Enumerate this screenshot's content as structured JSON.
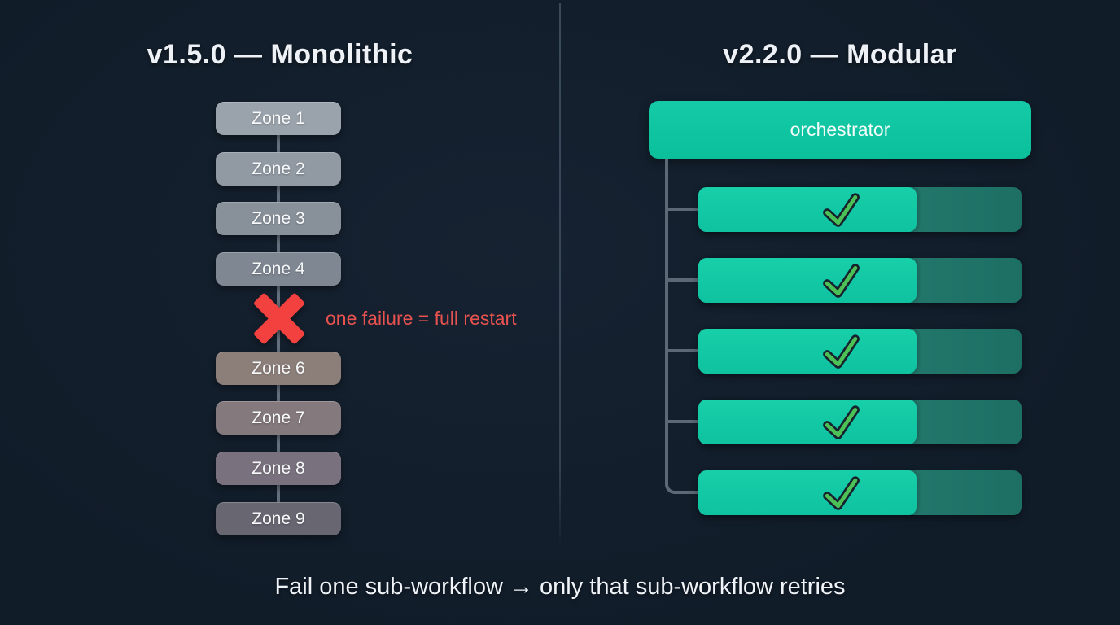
{
  "left_panel": {
    "title": "v1.5.0 — Monolithic",
    "zones": [
      {
        "label": "Zone 1",
        "color": "#9aa2ab"
      },
      {
        "label": "Zone 2",
        "color": "#9199a3"
      },
      {
        "label": "Zone 3",
        "color": "#88909a"
      },
      {
        "label": "Zone 4",
        "color": "#7e8792"
      },
      {
        "label": "Zone 6",
        "color": "#8c7e79"
      },
      {
        "label": "Zone 7",
        "color": "#84797d"
      },
      {
        "label": "Zone 8",
        "color": "#79717d"
      },
      {
        "label": "Zone 9",
        "color": "#686671"
      }
    ],
    "failure_icon": "x-mark-icon",
    "failure_label": "one failure = full restart",
    "failure_color": "#ea524f",
    "x_mark_color": "#f2413e"
  },
  "right_panel": {
    "title": "v2.2.0 — Modular",
    "orchestrator": {
      "label": "orchestrator",
      "color": "#0fc4a2"
    },
    "sub_workflows": [
      {
        "status": "success"
      },
      {
        "status": "success"
      },
      {
        "status": "success"
      },
      {
        "status": "success"
      },
      {
        "status": "success"
      }
    ],
    "check_icon": "check-icon",
    "check_color": "#4cc156",
    "progress_color": "#12c7a3",
    "track_color": "#1d7368",
    "connector_color": "#5c6875"
  },
  "caption": "Fail one sub-workflow → only that sub-workflow retries",
  "colors": {
    "background": "#111c29",
    "divider": "#5a6e82",
    "title_text": "#eef2f6",
    "zone_connector": "#64707d"
  }
}
